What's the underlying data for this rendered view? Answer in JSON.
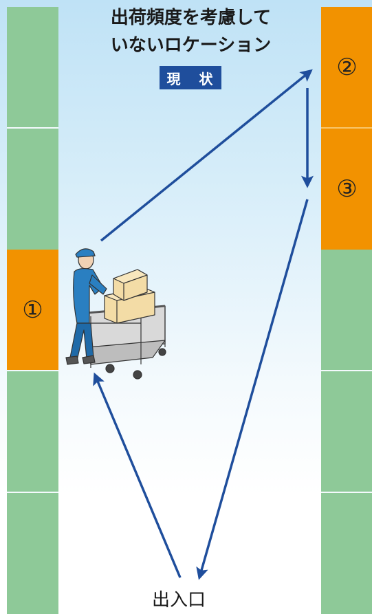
{
  "title": {
    "line1": "出荷頻度を考慮して",
    "line2": "いないロケーション"
  },
  "badge": "現 状",
  "entrance_label": "出入口",
  "locations": {
    "one": "①",
    "two": "②",
    "three": "③"
  },
  "colors": {
    "shelf_green": "#8ec998",
    "shelf_orange": "#f29200",
    "arrow": "#1f4e9c",
    "badge_bg": "#1f4e9c"
  },
  "figure": "worker-pushing-cart-with-boxes"
}
